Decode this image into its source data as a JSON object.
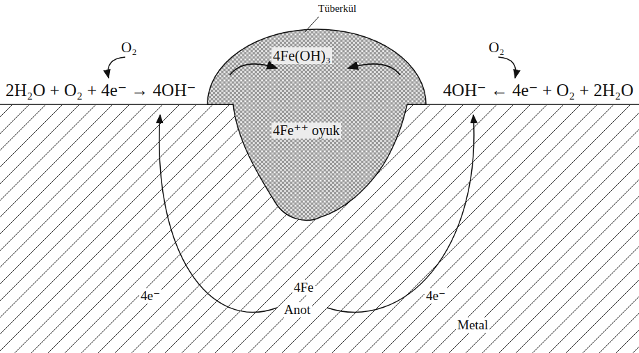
{
  "diagram": {
    "nodes": [
      {
        "text": [
          "Tüberkül",
          "4Fe(OH)₃",
          "4Fe⁺⁺ oyuk"
        ]
      }
    ],
    "labels": [
      "O₂",
      "O₂",
      "2H₂O + O₂ + 4e⁻ → 4OH⁻",
      "4OH⁻ ← 4e⁻ + O₂ + 2H₂O",
      "4e⁻",
      "4Fe",
      "Anot",
      "4e⁻",
      "Metal"
    ]
  }
}
